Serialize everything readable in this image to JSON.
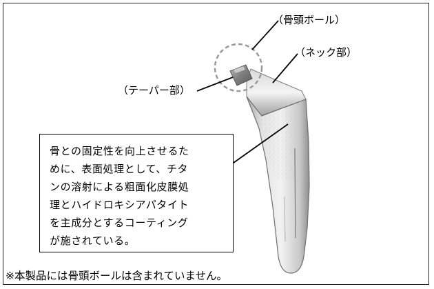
{
  "labels": {
    "head_ball": "（骨頭ボール）",
    "neck": "（ネック部）",
    "taper": "（テーパー部）"
  },
  "callout": {
    "lines": [
      "骨との固定性を向上させるた",
      "めに、表面処理として、チタ",
      "ンの溶射による粗面化皮膜処",
      "理とハイドロキシアパタイト",
      "を主成分とするコーティング",
      "が施されている。"
    ]
  },
  "footnote": "※本製品には骨頭ボールは含まれていません。",
  "colors": {
    "border": "#222222",
    "implant_light": "#e6e6e6",
    "implant_dark": "#9a9a9a",
    "dashed_circle": "#9a9a9a"
  }
}
